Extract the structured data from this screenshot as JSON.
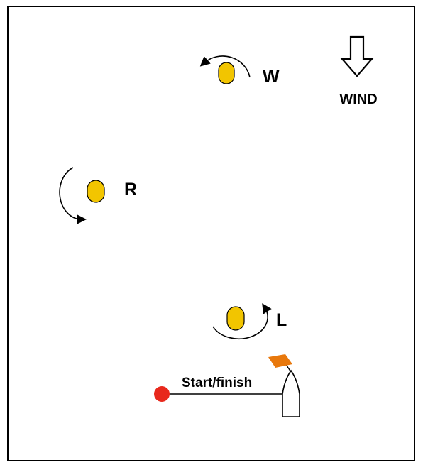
{
  "wind": {
    "label": "WIND",
    "icon": "wind-arrow-icon"
  },
  "marks": [
    {
      "id": "w",
      "label": "W",
      "rounding": "counter-clockwise"
    },
    {
      "id": "r",
      "label": "R",
      "rounding": "counter-clockwise"
    },
    {
      "id": "l",
      "label": "L",
      "rounding": "counter-clockwise"
    }
  ],
  "start_finish": {
    "label": "Start/finish"
  },
  "colors": {
    "mark_fill": "#f2c500",
    "pin_buoy": "#e8281c",
    "flag": "#e8780c",
    "frame": "#000000"
  }
}
